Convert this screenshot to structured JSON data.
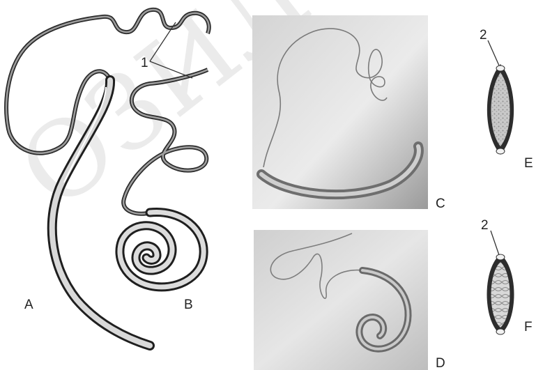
{
  "figure": {
    "panel_labels": {
      "a": "A",
      "b": "B",
      "c": "C",
      "d": "D",
      "e": "E",
      "f": "F"
    },
    "callouts": {
      "one": "1",
      "two_e": "2",
      "two_f": "2"
    },
    "watermark": "ОЗИЛ"
  }
}
